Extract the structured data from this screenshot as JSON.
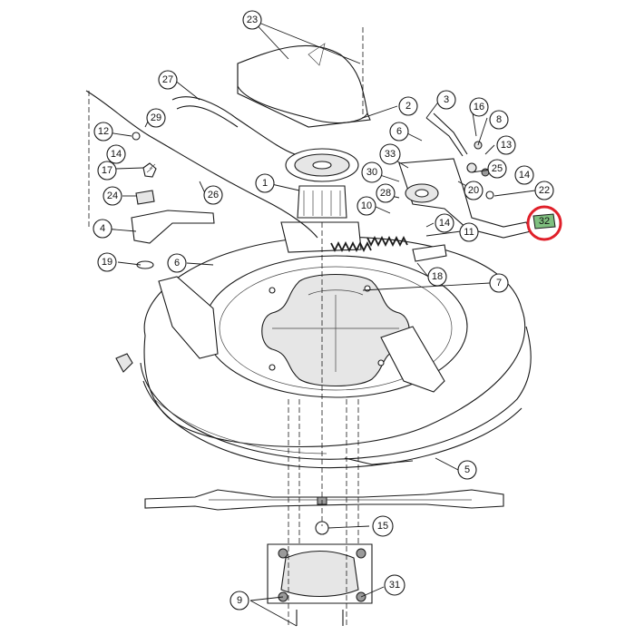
{
  "diagram": {
    "callouts": [
      {
        "id": "c23",
        "label": "23"
      },
      {
        "id": "c27",
        "label": "27"
      },
      {
        "id": "c2",
        "label": "2"
      },
      {
        "id": "c3",
        "label": "3"
      },
      {
        "id": "c16",
        "label": "16"
      },
      {
        "id": "c8",
        "label": "8"
      },
      {
        "id": "c29",
        "label": "29"
      },
      {
        "id": "c12",
        "label": "12"
      },
      {
        "id": "c6a",
        "label": "6"
      },
      {
        "id": "c13",
        "label": "13"
      },
      {
        "id": "c33",
        "label": "33"
      },
      {
        "id": "c25",
        "label": "25"
      },
      {
        "id": "c14a",
        "label": "14"
      },
      {
        "id": "c14b",
        "label": "14"
      },
      {
        "id": "c17",
        "label": "17"
      },
      {
        "id": "c1",
        "label": "1"
      },
      {
        "id": "c30",
        "label": "30"
      },
      {
        "id": "c20",
        "label": "20"
      },
      {
        "id": "c22",
        "label": "22"
      },
      {
        "id": "c24",
        "label": "24"
      },
      {
        "id": "c26",
        "label": "26"
      },
      {
        "id": "c28",
        "label": "28"
      },
      {
        "id": "c10",
        "label": "10"
      },
      {
        "id": "c14c",
        "label": "14"
      },
      {
        "id": "c4",
        "label": "4"
      },
      {
        "id": "c11",
        "label": "11"
      },
      {
        "id": "c19",
        "label": "19"
      },
      {
        "id": "c6b",
        "label": "6"
      },
      {
        "id": "c18",
        "label": "18"
      },
      {
        "id": "c7",
        "label": "7"
      },
      {
        "id": "c5",
        "label": "5"
      },
      {
        "id": "c15",
        "label": "15"
      },
      {
        "id": "c31",
        "label": "31"
      },
      {
        "id": "c9",
        "label": "9"
      }
    ],
    "highlight": {
      "label": "32",
      "ring_color": "#e0202a"
    }
  }
}
